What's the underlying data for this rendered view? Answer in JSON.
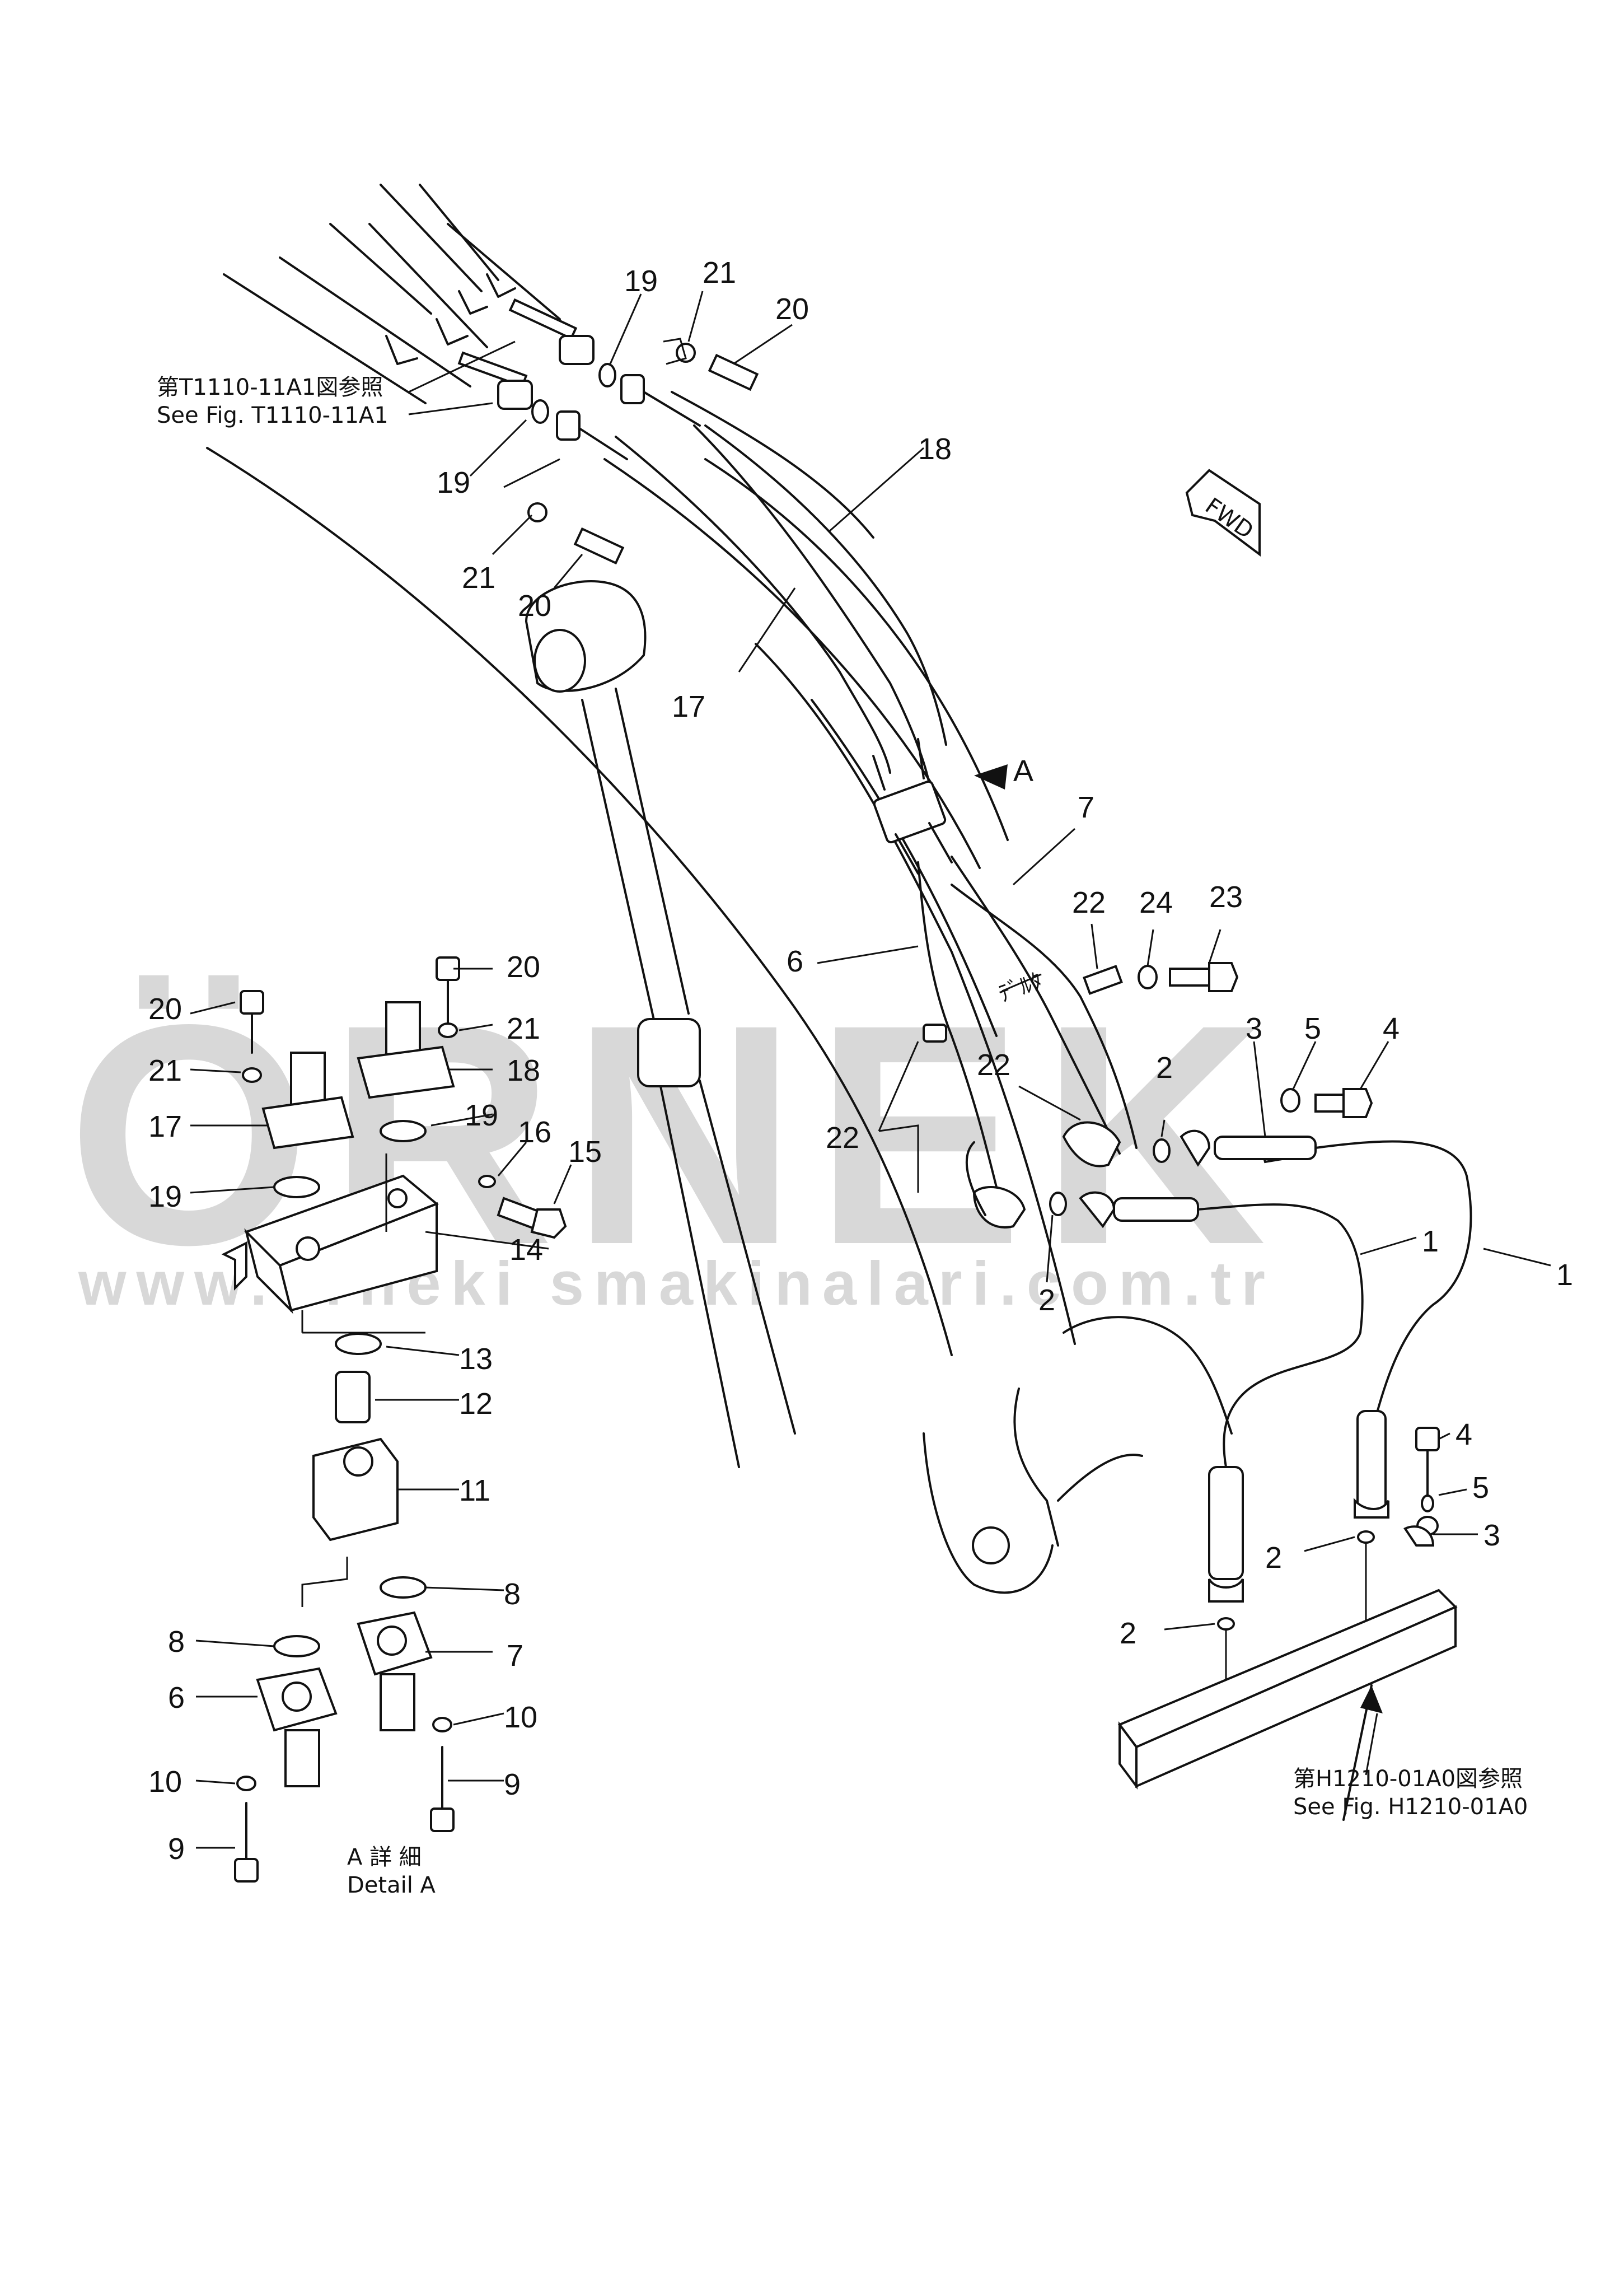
{
  "watermark": {
    "brand": "ÖRNEK",
    "site": "www.orneki smakinalari.com.tr",
    "color": "#d9d9d9"
  },
  "references": {
    "top_jp": "第T1110-11A1図参照",
    "top_en": "See  Fig. T1110-11A1",
    "bottom_jp": "第H1210-01A0図参照",
    "bottom_en": "See  Fig. H1210-01A0"
  },
  "direction_marker": "FWD",
  "view_marker": "A",
  "detail": {
    "jp": "A 詳 細",
    "en": "Detail A"
  },
  "labels": {
    "p19a": "19",
    "p21a": "21",
    "p20a": "20",
    "p18a": "18",
    "p19b": "19",
    "p21b": "21",
    "p20b": "20",
    "p17a": "17",
    "p7a": "7",
    "p6a": "6",
    "p22a": "22",
    "p24": "24",
    "p23": "23",
    "p3a": "3",
    "p5a": "5",
    "p4a": "4",
    "p22b": "22",
    "p22c": "22",
    "p2a": "2",
    "p2b": "2",
    "p1a": "1",
    "p1b": "1",
    "p4b": "4",
    "p5b": "5",
    "p3b": "3",
    "p2c": "2",
    "p2d": "2",
    "d20a": "20",
    "d20b": "20",
    "d21a": "21",
    "d21b": "21",
    "d18": "18",
    "d17": "17",
    "d19a": "19",
    "d16": "16",
    "d15": "15",
    "d19b": "19",
    "d14": "14",
    "d13": "13",
    "d12": "12",
    "d11": "11",
    "d8a": "8",
    "d8b": "8",
    "d7": "7",
    "d6": "6",
    "d10a": "10",
    "d10b": "10",
    "d9a": "9",
    "d9b": "9"
  }
}
